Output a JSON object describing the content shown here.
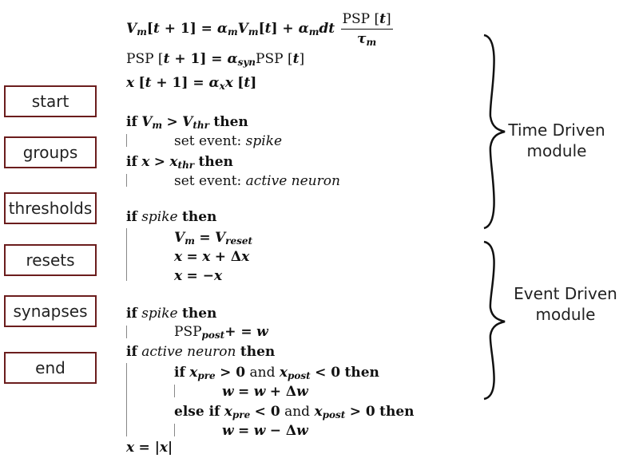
{
  "blocks": [
    {
      "label": "start"
    },
    {
      "label": "groups"
    },
    {
      "label": "thresholds"
    },
    {
      "label": "resets"
    },
    {
      "label": "synapses"
    },
    {
      "label": "end"
    }
  ],
  "modules": {
    "time_driven": {
      "line1": "Time Driven",
      "line2": "module"
    },
    "event_driven": {
      "line1": "Event Driven",
      "line2": "module"
    }
  },
  "code": {
    "psp": "PSP",
    "kw_if": "if",
    "kw_then": "then",
    "kw_else_if": "else if",
    "kw_and": "and",
    "set_event": "set event:",
    "ev_spike": "spike",
    "ev_active": "active neuron",
    "sub_m": "m",
    "sub_syn": "syn",
    "sub_x": "x",
    "sub_thr": "thr",
    "sub_reset": "reset",
    "sub_post": "post",
    "sub_pre": "pre"
  }
}
